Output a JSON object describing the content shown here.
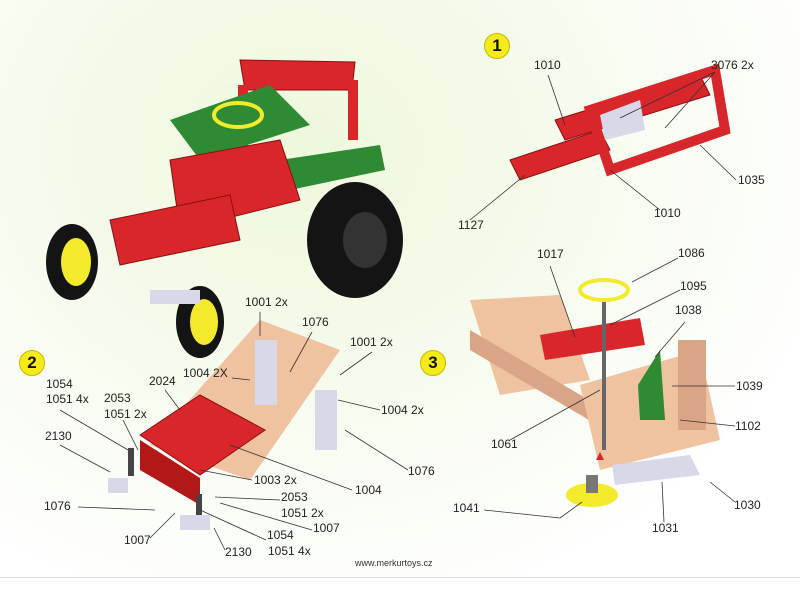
{
  "steps": [
    "1",
    "2",
    "3"
  ],
  "step1": {
    "labels": [
      "1010",
      "3076 2x",
      "1035",
      "1127",
      "1010"
    ]
  },
  "step2": {
    "labels": [
      "1001 2x",
      "1076",
      "1001 2x",
      "1004 2X",
      "1054",
      "1051 4x",
      "2053",
      "1051 2x",
      "2024",
      "1004 2x",
      "2130",
      "1003 2x",
      "1004",
      "1076",
      "1076",
      "2053",
      "1051 2x",
      "1007",
      "1007",
      "1054",
      "1051 4x",
      "2130"
    ]
  },
  "step3": {
    "labels": [
      "1017",
      "1086",
      "1095",
      "1038",
      "1039",
      "1102",
      "1061",
      "1041",
      "1031",
      "1030"
    ]
  },
  "footer": "www.merkurtoys.cz",
  "colors": {
    "red": "#d8262a",
    "green": "#2e8b34",
    "peach": "#efc2a0",
    "silver": "#d8d8e8",
    "yellow": "#f3ea2c",
    "black": "#141414"
  }
}
